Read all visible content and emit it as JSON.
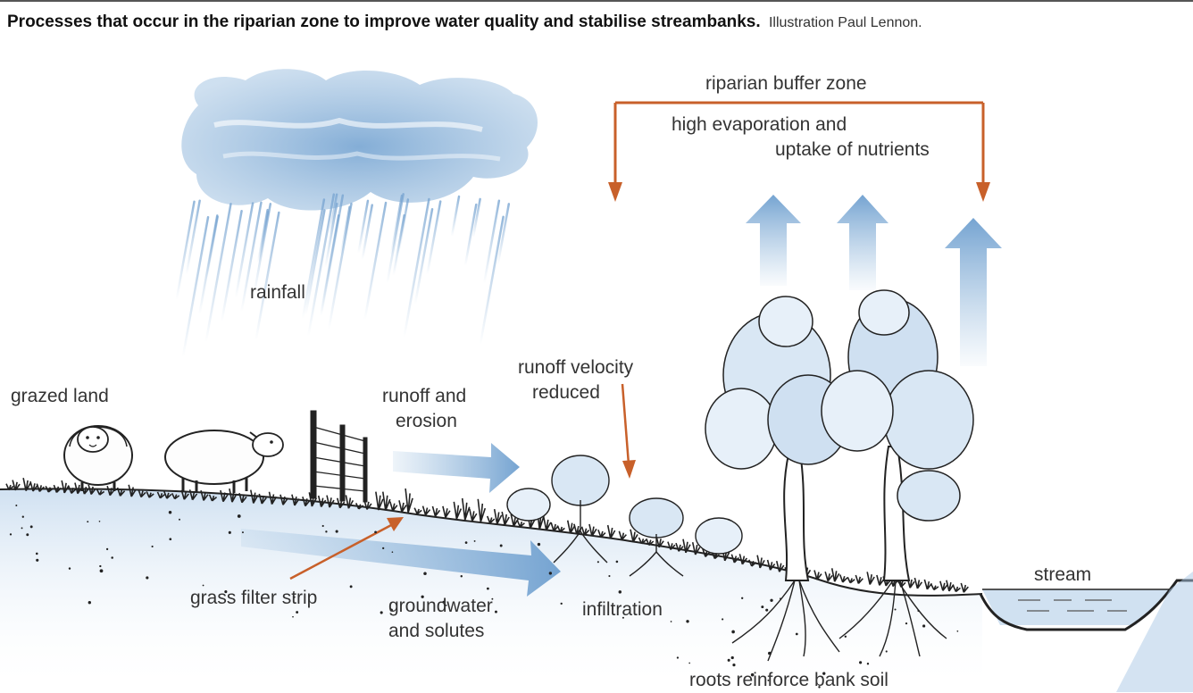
{
  "caption": {
    "title": "Processes that occur in the riparian zone to improve water quality and stabilise streambanks.",
    "credit": "Illustration Paul Lennon."
  },
  "labels": {
    "riparian_buffer_zone": "riparian buffer zone",
    "high_evaporation_1": "high evaporation and",
    "high_evaporation_2": "uptake of nutrients",
    "rainfall": "rainfall",
    "grazed_land": "grazed land",
    "runoff_erosion_1": "runoff and",
    "runoff_erosion_2": "erosion",
    "runoff_velocity_1": "runoff velocity",
    "runoff_velocity_2": "reduced",
    "grass_filter_strip": "grass filter strip",
    "groundwater_1": "groundwater",
    "groundwater_2": "and solutes",
    "infiltration": "infiltration",
    "stream": "stream",
    "roots": "roots reinforce bank soil"
  },
  "colors": {
    "accent_orange": "#c8602a",
    "water_blue": "#8fb6da",
    "ink": "#222222"
  }
}
